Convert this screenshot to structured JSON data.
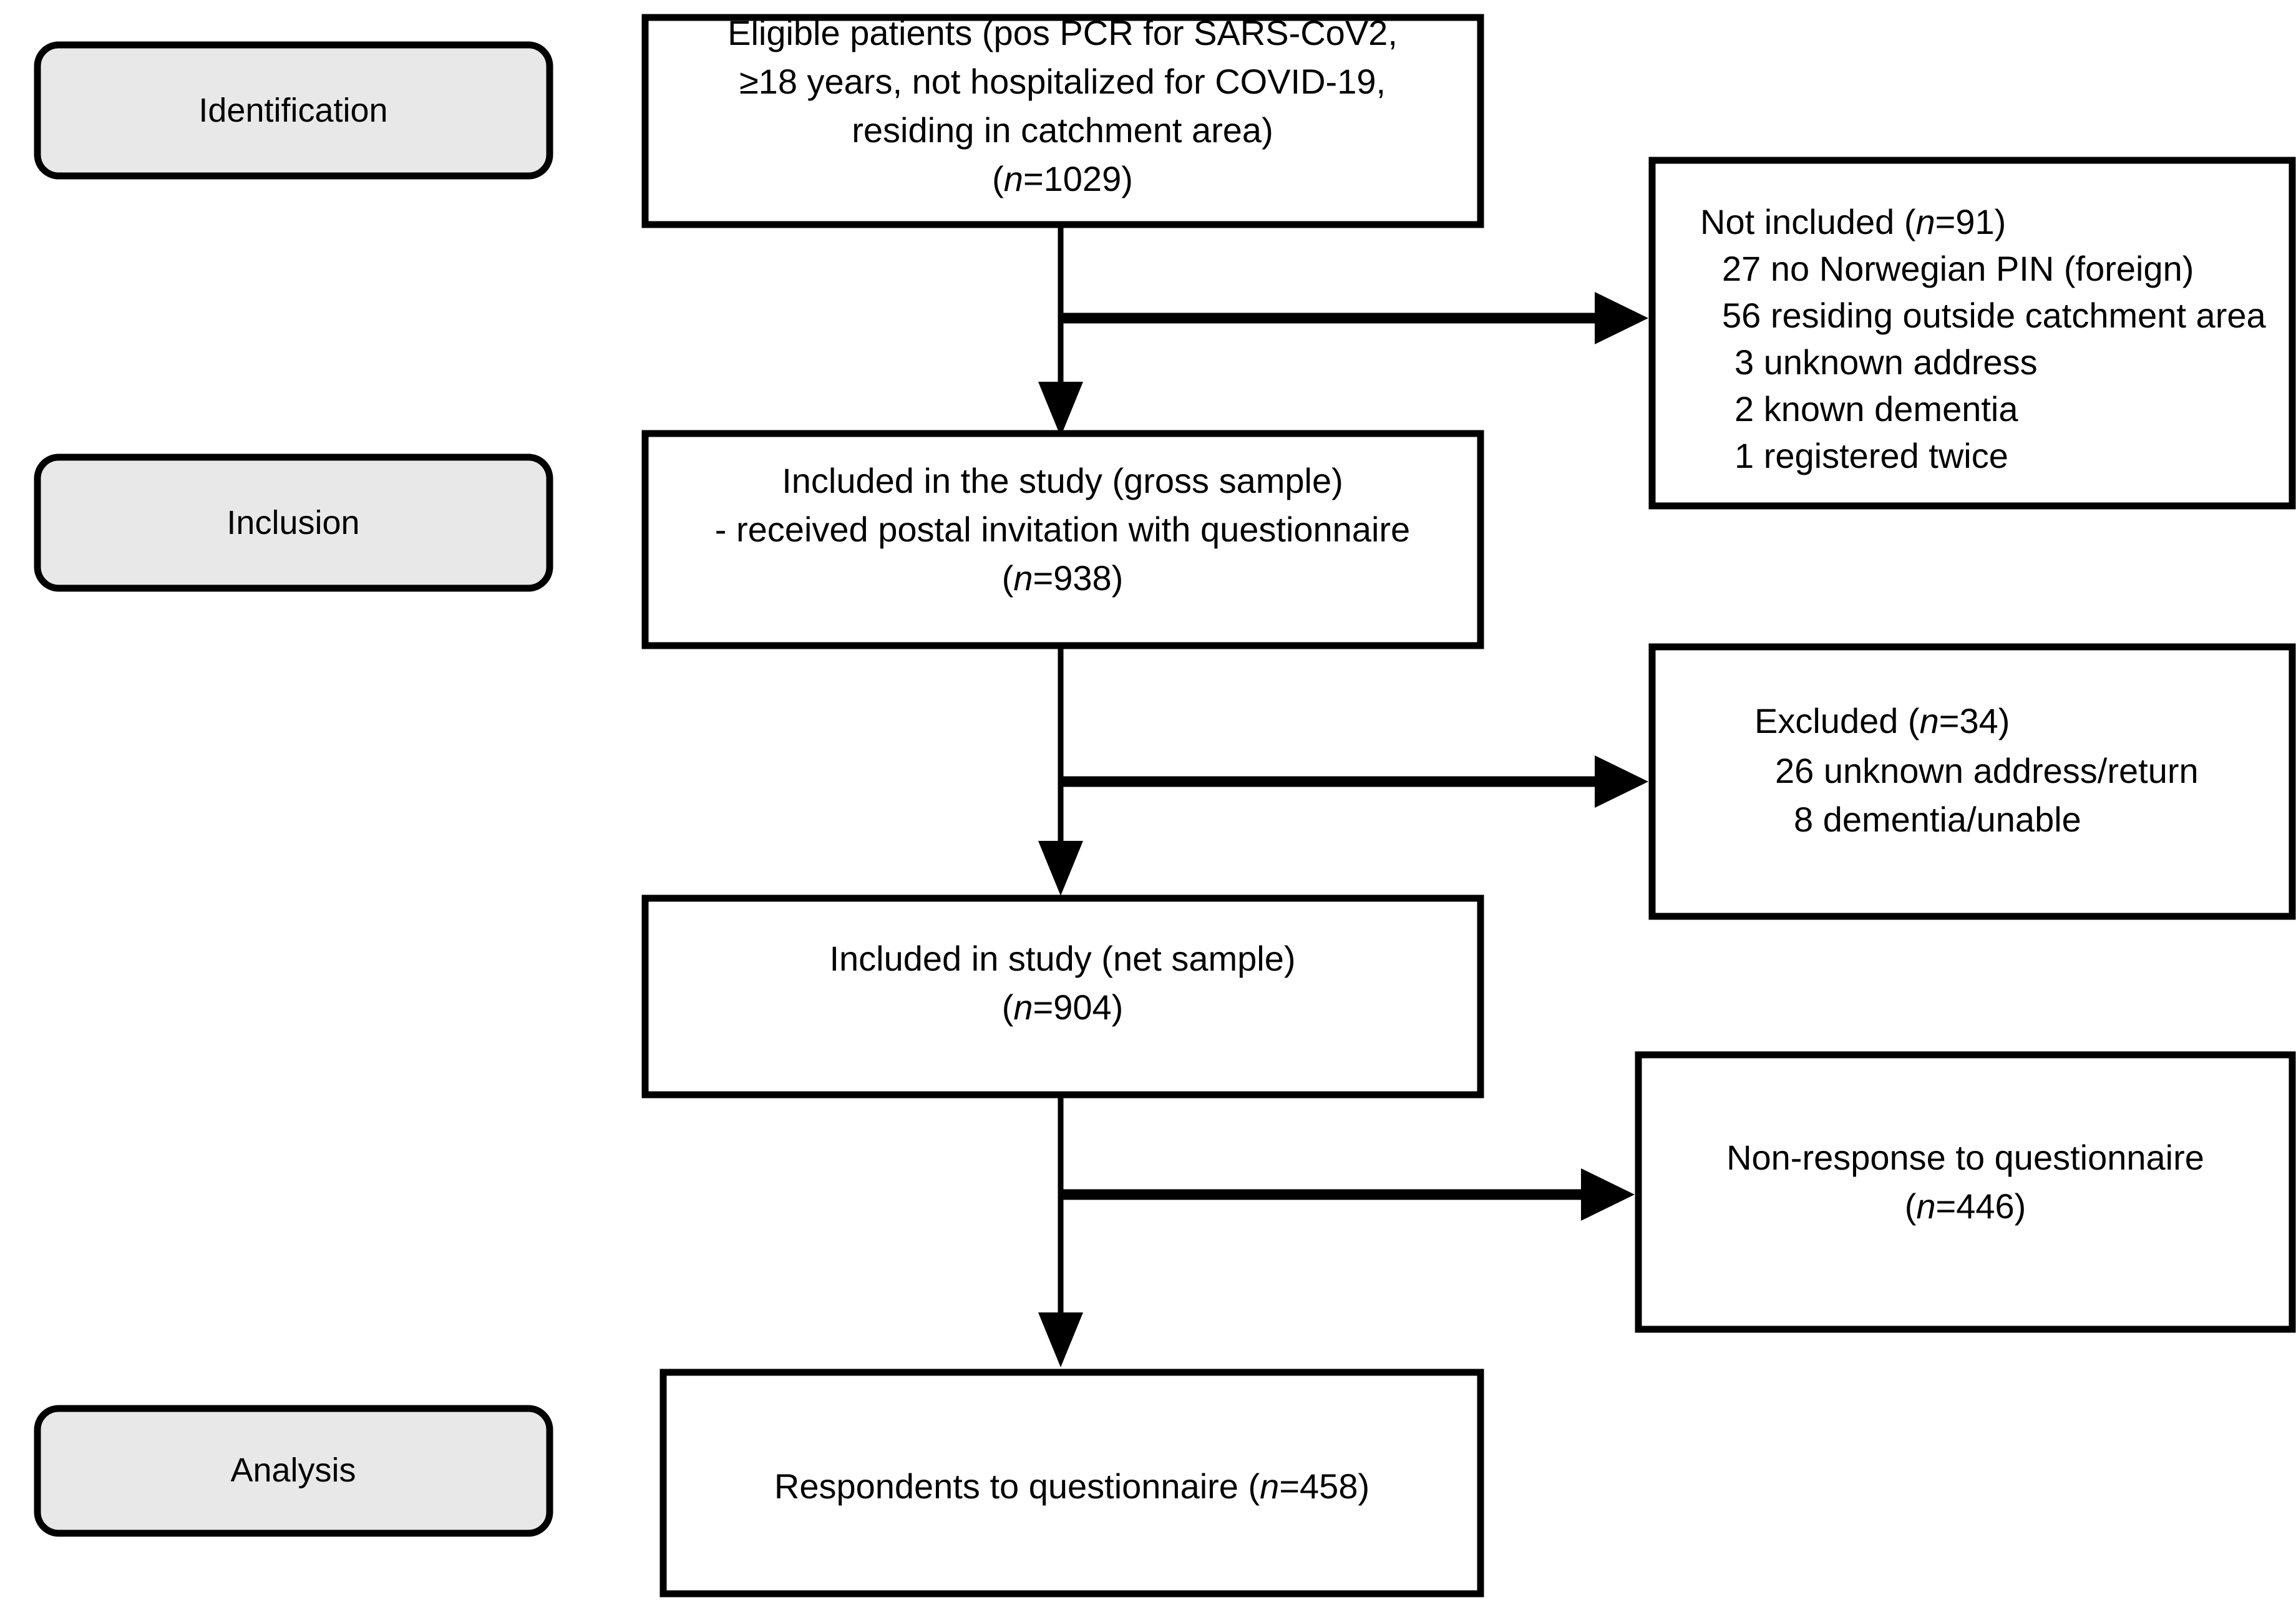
{
  "figure": {
    "type": "flowchart",
    "title": "Study participant flow diagram",
    "colors": {
      "stage_fill": "#e8e8e8",
      "node_fill": "#ffffff",
      "stroke": "#000000"
    }
  },
  "stages": [
    {
      "id": "identification",
      "label": "Identification"
    },
    {
      "id": "inclusion",
      "label": "Inclusion"
    },
    {
      "id": "analysis",
      "label": "Analysis"
    }
  ],
  "nodes": {
    "eligible": {
      "id": "eligible-patients",
      "lines": [
        "Eligible patients (pos PCR for SARS-CoV2,",
        "≥18 years, not hospitalized for COVID-19,",
        "residing in catchment area)"
      ],
      "count_prefix": "(",
      "count_italic": "n",
      "count_suffix": "=1029)",
      "n": 1029
    },
    "not_included": {
      "id": "not-included",
      "heading_prefix": "Not included (",
      "heading_italic": "n",
      "heading_suffix": "=91)",
      "n": 91,
      "reasons": [
        {
          "count": 27,
          "text": "27 no Norwegian PIN (foreign)"
        },
        {
          "count": 56,
          "text": "56 residing outside catchment area"
        },
        {
          "count": 3,
          "text": "3 unknown address"
        },
        {
          "count": 2,
          "text": "2 known dementia"
        },
        {
          "count": 1,
          "text": "1 registered twice"
        }
      ]
    },
    "gross_sample": {
      "id": "included-gross-sample",
      "lines": [
        "Included in the study (gross sample)",
        "- received postal invitation with questionnaire"
      ],
      "count_prefix": "(",
      "count_italic": "n",
      "count_suffix": "=938)",
      "n": 938
    },
    "excluded": {
      "id": "excluded",
      "heading_prefix": "Excluded (",
      "heading_italic": "n",
      "heading_suffix": "=34)",
      "n": 34,
      "reasons": [
        {
          "count": 26,
          "text": "26 unknown address/return"
        },
        {
          "count": 8,
          "text": "8 dementia/unable"
        }
      ]
    },
    "net_sample": {
      "id": "included-net-sample",
      "lines": [
        "Included in study (net sample)"
      ],
      "count_prefix": "(",
      "count_italic": "n",
      "count_suffix": "=904)",
      "n": 904
    },
    "non_response": {
      "id": "non-response",
      "lines": [
        "Non-response to questionnaire"
      ],
      "count_prefix": "(",
      "count_italic": "n",
      "count_suffix": "=446)",
      "n": 446
    },
    "respondents": {
      "id": "respondents",
      "prefix": "Respondents to questionnaire (",
      "italic": "n",
      "suffix": "=458)",
      "n": 458
    }
  },
  "chart_data": {
    "type": "flow",
    "title": "Participant flow",
    "steps": [
      {
        "label": "Eligible patients",
        "n": 1029
      },
      {
        "label": "Not included",
        "n": 91
      },
      {
        "label": "Included in the study (gross sample)",
        "n": 938
      },
      {
        "label": "Excluded",
        "n": 34
      },
      {
        "label": "Included in study (net sample)",
        "n": 904
      },
      {
        "label": "Non-response to questionnaire",
        "n": 446
      },
      {
        "label": "Respondents to questionnaire",
        "n": 458
      }
    ]
  }
}
